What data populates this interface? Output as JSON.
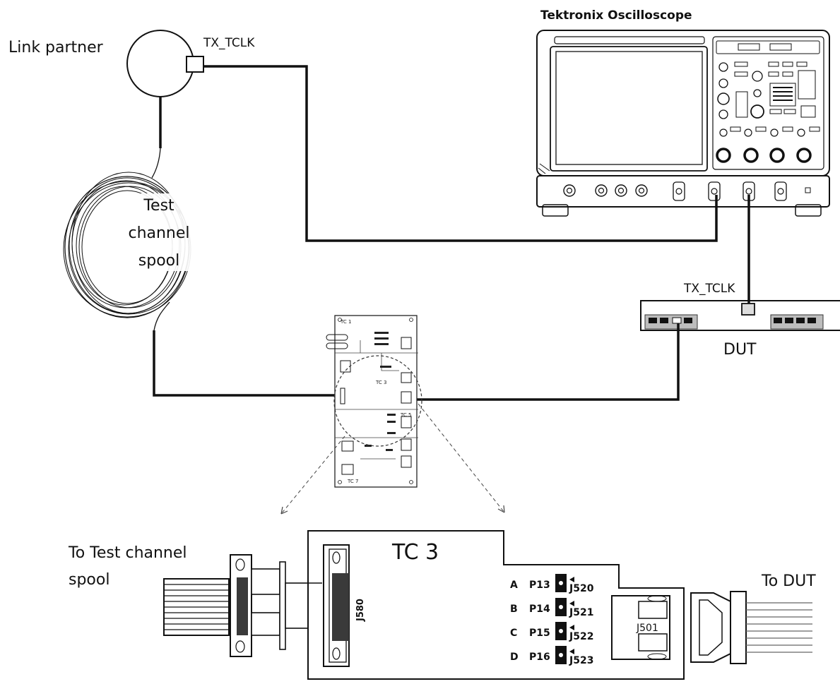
{
  "oscilloscope": {
    "title": "Tektronix Oscilloscope"
  },
  "link_partner": {
    "label": "Link partner",
    "port_label": "TX_TCLK"
  },
  "spool": {
    "label_line1": "Test",
    "label_line2": "channel",
    "label_line3": "spool"
  },
  "dut": {
    "label": "DUT",
    "port_label": "TX_TCLK"
  },
  "board": {
    "title_top": "TC 1",
    "title_mid": "TC 3",
    "title_right": "TC 5",
    "title_bottom": "TC 7"
  },
  "detail": {
    "title": "TC 3",
    "left_label_line1": "To Test channel",
    "left_label_line2": "spool",
    "right_label": "To DUT",
    "connector_left": "J580",
    "connector_right": "J501",
    "jumpers": [
      {
        "letter": "A",
        "pin": "P13",
        "jack": "J520"
      },
      {
        "letter": "B",
        "pin": "P14",
        "jack": "J521"
      },
      {
        "letter": "C",
        "pin": "P15",
        "jack": "J522"
      },
      {
        "letter": "D",
        "pin": "P16",
        "jack": "J523"
      }
    ]
  }
}
